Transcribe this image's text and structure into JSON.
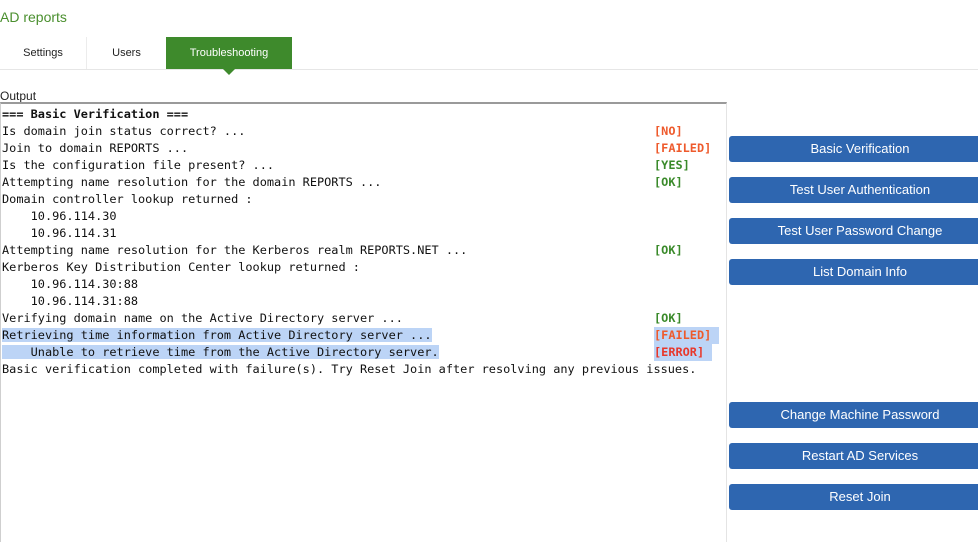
{
  "app": {
    "title": "AD reports"
  },
  "tabs": [
    {
      "label": "Settings",
      "active": false
    },
    {
      "label": "Users",
      "active": false
    },
    {
      "label": "Troubleshooting",
      "active": true
    }
  ],
  "output": {
    "label": "Output",
    "lines": [
      {
        "text": "=== Basic Verification ===",
        "status": "",
        "bold": true
      },
      {
        "text": "Is domain join status correct? ...",
        "status": "[NO]",
        "status_type": "fail"
      },
      {
        "text": "Join to domain REPORTS ...",
        "status": "[FAILED]",
        "status_type": "fail"
      },
      {
        "text": "Is the configuration file present? ...",
        "status": "[YES]",
        "status_type": "ok"
      },
      {
        "text": "Attempting name resolution for the domain REPORTS ...",
        "status": "[OK]",
        "status_type": "ok"
      },
      {
        "text": "Domain controller lookup returned :",
        "status": ""
      },
      {
        "text": "    10.96.114.30",
        "status": ""
      },
      {
        "text": "    10.96.114.31",
        "status": ""
      },
      {
        "text": "Attempting name resolution for the Kerberos realm REPORTS.NET ...",
        "status": "[OK]",
        "status_type": "ok"
      },
      {
        "text": "Kerberos Key Distribution Center lookup returned :",
        "status": ""
      },
      {
        "text": "    10.96.114.30:88",
        "status": ""
      },
      {
        "text": "    10.96.114.31:88",
        "status": ""
      },
      {
        "text": "Verifying domain name on the Active Directory server ...",
        "status": "[OK]",
        "status_type": "ok"
      },
      {
        "text": "Retrieving time information from Active Directory server ...",
        "status": "[FAILED]",
        "status_type": "fail",
        "highlighted": true
      },
      {
        "text": "    Unable to retrieve time from the Active Directory server.",
        "status": "[ERROR]",
        "status_type": "error",
        "highlighted": true
      },
      {
        "text": "Basic verification completed with failure(s). Try Reset Join after resolving any previous issues.",
        "status": ""
      }
    ]
  },
  "actions": {
    "group1": [
      {
        "label": "Basic Verification"
      },
      {
        "label": "Test User Authentication"
      },
      {
        "label": "Test User Password Change"
      },
      {
        "label": "List Domain Info"
      }
    ],
    "group2": [
      {
        "label": "Change Machine Password"
      },
      {
        "label": "Restart AD Services"
      },
      {
        "label": "Reset Join"
      }
    ]
  },
  "colors": {
    "brand_green": "#3e8a2c",
    "title_green": "#4a8f2e",
    "button_blue": "#2e66b0",
    "status_ok": "#3a8a2a",
    "status_fail": "#ee5a2c",
    "status_error": "#e8372a",
    "selection": "#bcd4f6"
  }
}
